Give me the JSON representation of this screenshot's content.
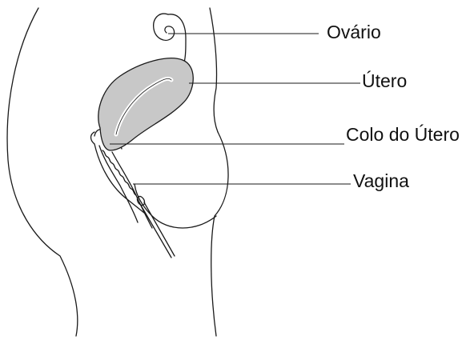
{
  "labels": {
    "ovary": "Ovário",
    "uterus": "Útero",
    "cervix": "Colo do Útero",
    "vagina": "Vagina"
  },
  "colors": {
    "outline": "#1a1a1a",
    "uterus_fill": "#c8c8c8",
    "background": "#ffffff"
  }
}
